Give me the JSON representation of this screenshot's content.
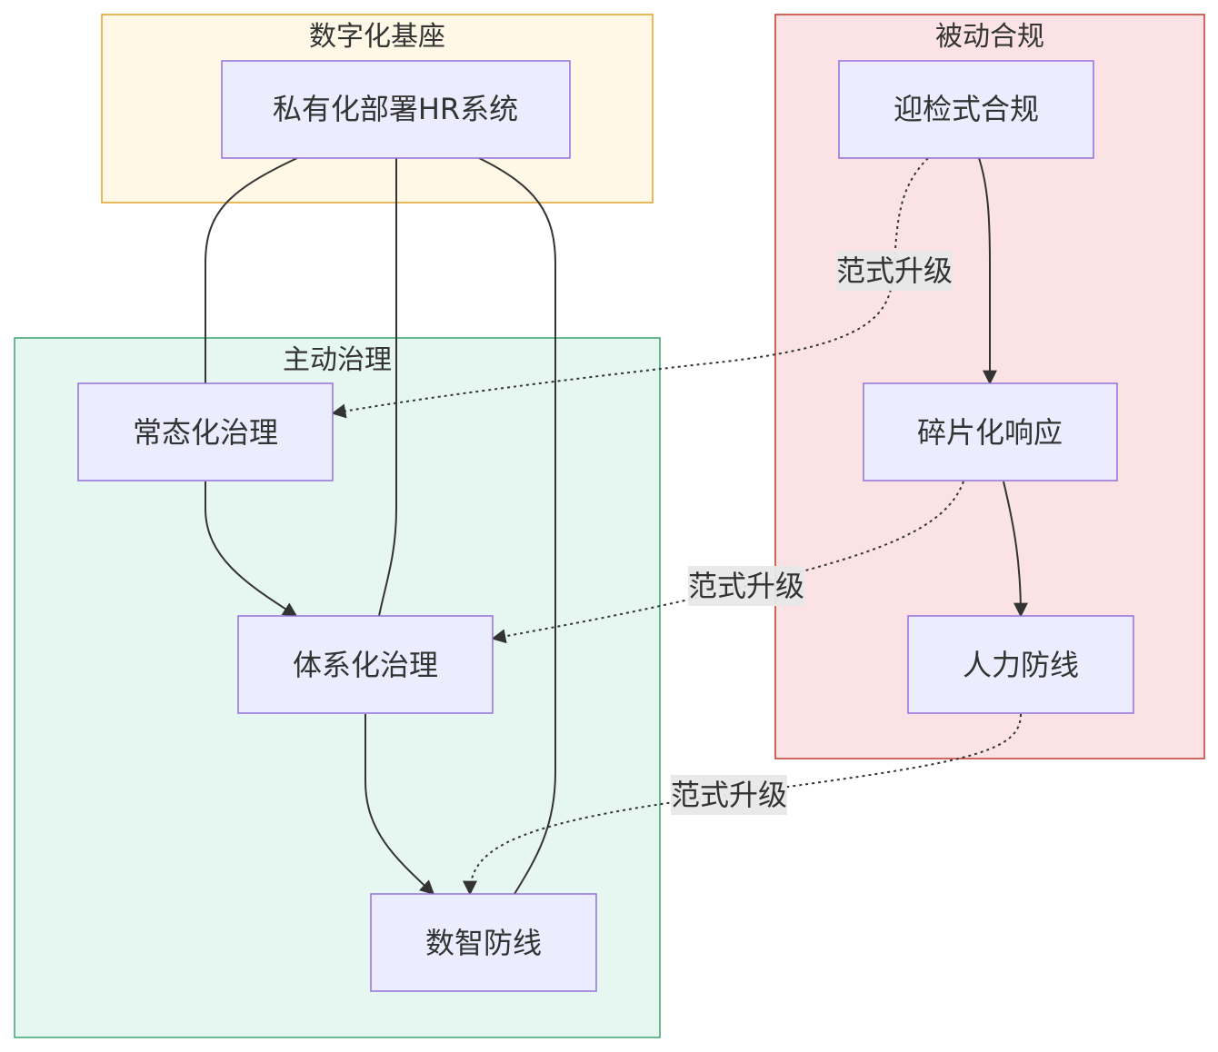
{
  "clusters": {
    "digital_base": {
      "title": "数字化基座",
      "fill": "#fff8e6",
      "stroke": "#e0a326"
    },
    "passive": {
      "title": "被动合规",
      "fill": "#fbe3e5",
      "stroke": "#c0392b"
    },
    "active": {
      "title": "主动治理",
      "fill": "#e6f7f1",
      "stroke": "#3aa46b"
    }
  },
  "nodes": {
    "hr_system": "私有化部署HR系统",
    "inspection": "迎检式合规",
    "fragmented": "碎片化响应",
    "human_defense": "人力防线",
    "normalized": "常态化治理",
    "systematic": "体系化治理",
    "digital_defense": "数智防线"
  },
  "edges": {
    "upgrade_1": "范式升级",
    "upgrade_2": "范式升级",
    "upgrade_3": "范式升级"
  },
  "colors": {
    "node_fill": "#ececff",
    "node_stroke": "#9370db",
    "line": "#333333"
  }
}
